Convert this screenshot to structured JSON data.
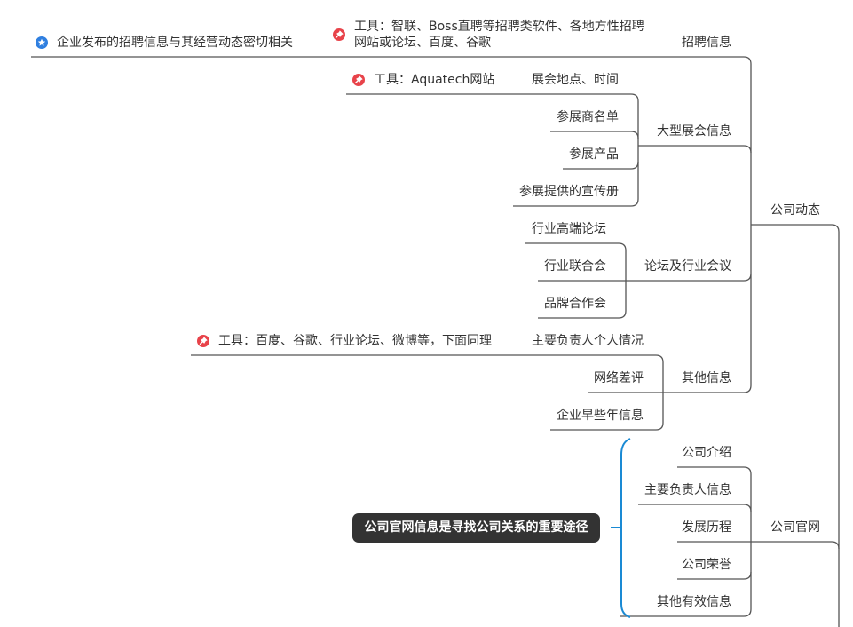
{
  "root": {
    "label": ""
  },
  "branches": {
    "company_news": {
      "label": "公司动态",
      "children": {
        "recruitment": {
          "label": "招聘信息",
          "note_tool": "工具：智联、Boss直聘等招聘类软件、各地方性招聘\n网站或论坛、百度、谷歌",
          "note_tool_line1": "工具：智联、Boss直聘等招聘类软件、各地方性招聘",
          "note_tool_line2": "网站或论坛、百度、谷歌",
          "note_star": "企业发布的招聘信息与其经营动态密切相关"
        },
        "exhibition": {
          "label": "大型展会信息",
          "children": [
            {
              "label": "展会地点、时间",
              "note_tool": "工具：Aquatech网站"
            },
            {
              "label": "参展商名单"
            },
            {
              "label": "参展产品"
            },
            {
              "label": "参展提供的宣传册"
            }
          ]
        },
        "forums": {
          "label": "论坛及行业会议",
          "children": [
            {
              "label": "行业高端论坛"
            },
            {
              "label": "行业联合会"
            },
            {
              "label": "品牌合作会"
            }
          ]
        },
        "other": {
          "label": "其他信息",
          "children": [
            {
              "label": "主要负责人个人情况",
              "note_tool": "工具：百度、谷歌、行业论坛、微博等，下面同理"
            },
            {
              "label": "网络差评"
            },
            {
              "label": "企业早些年信息"
            }
          ]
        }
      }
    },
    "official_site": {
      "label": "公司官网",
      "children": [
        {
          "label": "公司介绍"
        },
        {
          "label": "主要负责人信息"
        },
        {
          "label": "发展历程"
        },
        {
          "label": "公司荣誉"
        },
        {
          "label": "其他有效信息"
        }
      ],
      "summary": "公司官网信息是寻找公司关系的重要途径"
    }
  },
  "colors": {
    "line": "#555555",
    "text": "#333333",
    "tool_icon": "#e8434a",
    "star_icon": "#2f7fe0",
    "bracket": "#1a8ad4",
    "callout_bg": "#333333",
    "callout_text": "#ffffff"
  },
  "icons": {
    "tool": "pushpin-icon",
    "star": "star-icon"
  }
}
